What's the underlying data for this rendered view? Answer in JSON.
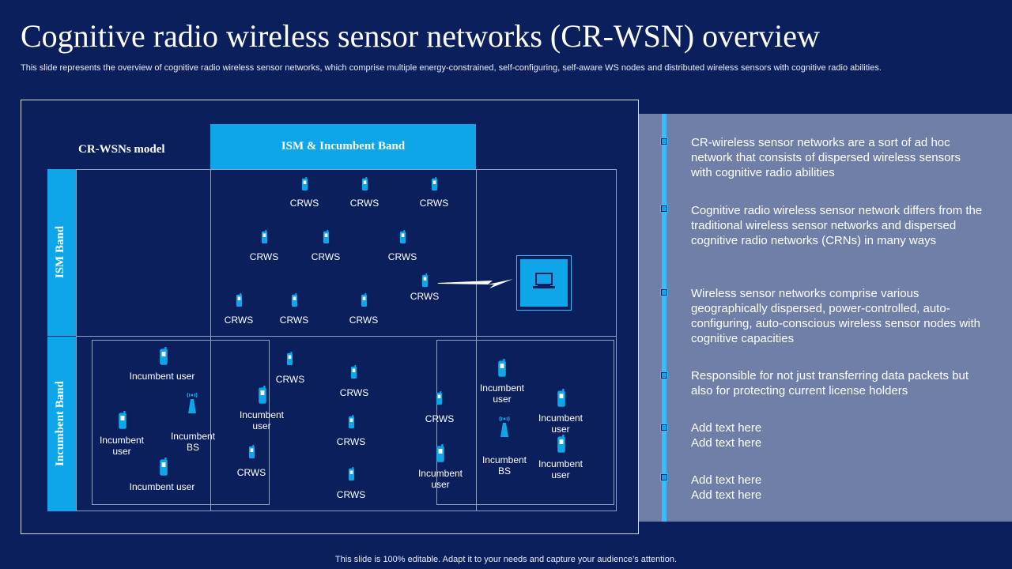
{
  "title": "Cognitive radio wireless sensor networks (CR-WSN) overview",
  "subtitle": "This slide represents the overview of cognitive radio wireless sensor networks, which comprise multiple energy-constrained, self-configuring, self-aware WS nodes and distributed wireless sensors with cognitive radio abilities.",
  "footer": "This slide is 100% editable. Adapt it to your needs and capture your audience’s attention.",
  "diagram": {
    "model_label": "CR-WSNs model",
    "top_band_label": "ISM & Incumbent Band",
    "ism_band_label": "ISM Band",
    "incumbent_band_label": "Incumbent Band",
    "crws": "CRWS",
    "incumbent_user": "Incumbent user",
    "incumbent_user_two_line": [
      "Incumbent",
      "user"
    ],
    "incumbent_bs": [
      "Incumbent",
      "BS"
    ]
  },
  "bullets": [
    "CR-wireless sensor networks are a sort of ad hoc network that consists of dispersed wireless sensors with cognitive radio abilities",
    "Cognitive radio wireless sensor network differs from the traditional wireless sensor networks and dispersed cognitive radio networks (CRNs) in many ways",
    "Wireless sensor networks comprise various geographically dispersed, power-controlled, auto-configuring, auto-conscious wireless sensor nodes with cognitive capacities",
    "Responsible for not just transferring data packets but also for protecting current license holders",
    "Add text here Add text here",
    "Add text here Add text here"
  ],
  "colors": {
    "background": "#0a1f5c",
    "accent": "#0ea5e9",
    "panel": "#6f7fa7"
  }
}
